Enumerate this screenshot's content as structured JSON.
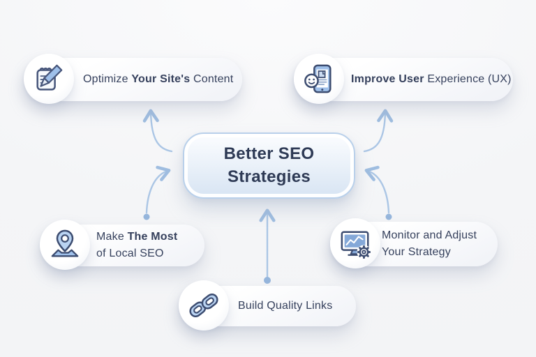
{
  "diagram_title": "Better SEO Strategies",
  "center": {
    "id": "better-seo-strategies",
    "segments": [
      {
        "text": "Better SEO\nStrategies",
        "bold": true
      }
    ]
  },
  "nodes": [
    {
      "id": "optimize-content",
      "icon": "notepad-pencil-icon",
      "segments": [
        {
          "text": "Optimize ",
          "bold": false
        },
        {
          "text": "Your Site's",
          "bold": true
        },
        {
          "text": " Content",
          "bold": false
        }
      ]
    },
    {
      "id": "improve-ux",
      "icon": "smartphone-smiley-icon",
      "segments": [
        {
          "text": "Improve User",
          "bold": true
        },
        {
          "text": " Experience (UX)",
          "bold": false
        }
      ]
    },
    {
      "id": "local-seo",
      "icon": "location-pin-icon",
      "segments": [
        {
          "text": "Make ",
          "bold": false
        },
        {
          "text": "The Most",
          "bold": true
        },
        {
          "text": "\nof Local SEO",
          "bold": false
        }
      ]
    },
    {
      "id": "monitor-adjust",
      "icon": "monitor-gear-icon",
      "segments": [
        {
          "text": "Monitor and Adjust\nYour Strategy",
          "bold": false
        }
      ]
    },
    {
      "id": "build-links",
      "icon": "chain-links-icon",
      "segments": [
        {
          "text": "Build Quality Links",
          "bold": false
        }
      ]
    }
  ],
  "connectors": [
    {
      "from": "better-seo-strategies",
      "to": "optimize-content",
      "tip": "arrow-up"
    },
    {
      "from": "better-seo-strategies",
      "to": "improve-ux",
      "tip": "arrow-up"
    },
    {
      "from": "local-seo",
      "to": "better-seo-strategies",
      "start": "dot",
      "tip": "arrow-right"
    },
    {
      "from": "monitor-adjust",
      "to": "better-seo-strategies",
      "start": "dot",
      "tip": "arrow-left"
    },
    {
      "from": "build-links",
      "to": "better-seo-strategies",
      "start": "dot",
      "tip": "arrow-up"
    }
  ],
  "colors": {
    "background": "#f4f5f7",
    "text": "#35405c",
    "center_text": "#2e3a55",
    "center_border": "#b9d0ea",
    "connector": "#a9c4e4",
    "icon_outline": "#3c4c70",
    "icon_blue_fill": "#b9d3f2",
    "icon_mid_blue": "#84a8d8"
  }
}
